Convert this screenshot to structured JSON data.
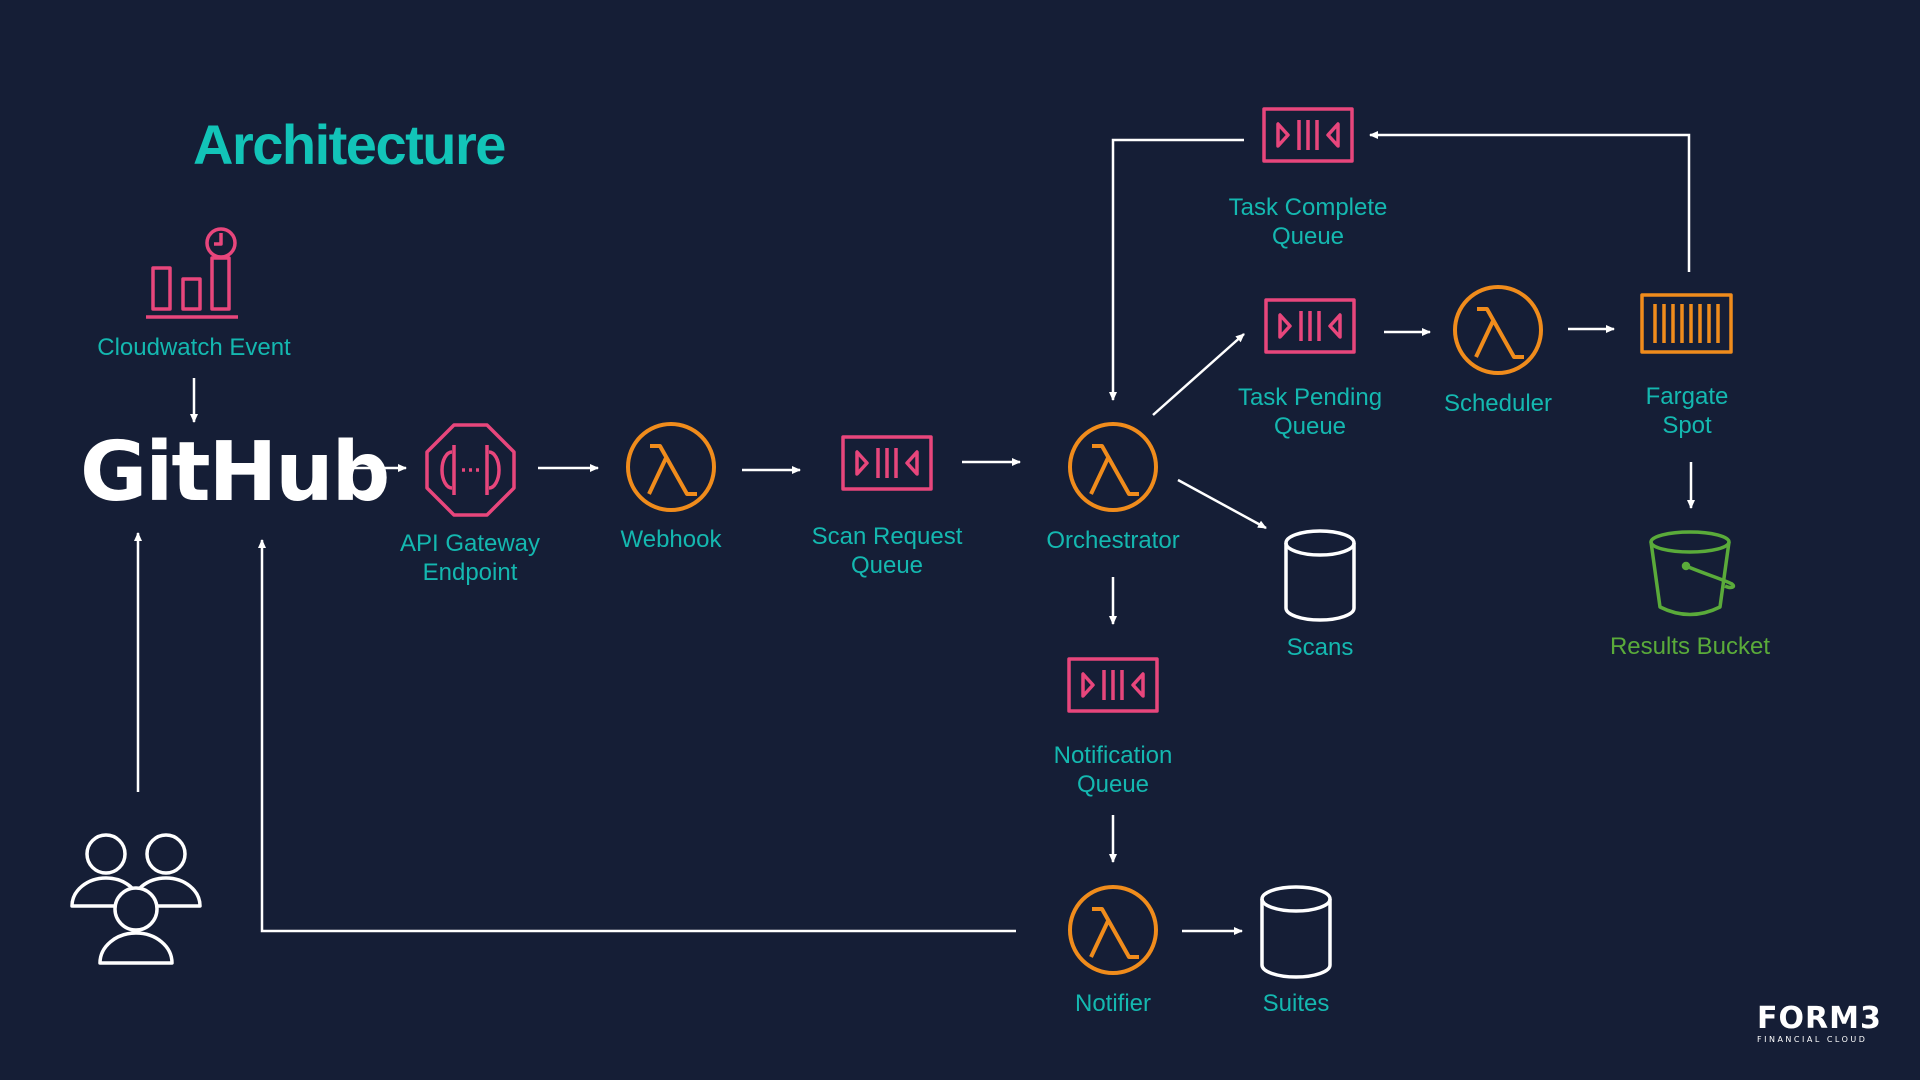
{
  "title": "Architecture",
  "github": "GitHub",
  "nodes": {
    "cloudwatch": "Cloudwatch Event",
    "api_gateway": "API Gateway\nEndpoint",
    "webhook": "Webhook",
    "scan_request_queue": "Scan Request\nQueue",
    "orchestrator": "Orchestrator",
    "task_complete_queue": "Task Complete\nQueue",
    "task_pending_queue": "Task Pending\nQueue",
    "scheduler": "Scheduler",
    "fargate_spot": "Fargate\nSpot",
    "results_bucket": "Results Bucket",
    "scans": "Scans",
    "notification_queue": "Notification\nQueue",
    "notifier": "Notifier",
    "suites": "Suites"
  },
  "brand": {
    "name": "FORM3",
    "tagline": "FINANCIAL CLOUD"
  },
  "colors": {
    "background": "#151e36",
    "title": "#12c4b8",
    "label": "#14b8b0",
    "lambda": "#f08c1c",
    "queue": "#e8467c",
    "storage": "#ffffff",
    "bucket": "#5aab3a",
    "arrow": "#ffffff"
  },
  "icons": {
    "cloudwatch": "cloudwatch-event-icon",
    "api_gateway": "api-gateway-icon",
    "lambda": "lambda-icon",
    "queue": "sqs-queue-icon",
    "fargate": "fargate-icon",
    "database": "database-icon",
    "bucket": "s3-bucket-icon",
    "users": "users-icon"
  }
}
